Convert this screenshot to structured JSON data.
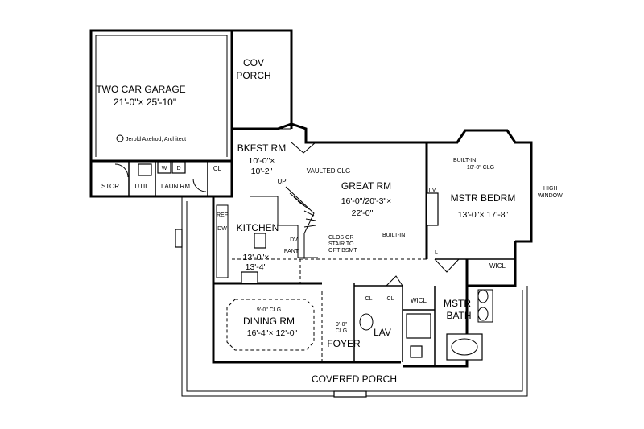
{
  "rooms": {
    "garage": {
      "name": "TWO CAR GARAGE",
      "dims": "21'-0\"× 25'-10\""
    },
    "cov_porch": {
      "line1": "COV",
      "line2": "PORCH"
    },
    "architect": "Jerold Axelrod, Architect",
    "bkfst": {
      "name": "BKFST RM",
      "dims1": "10'-0\"×",
      "dims2": "10'-2\""
    },
    "vaulted": "VAULTED CLG",
    "great": {
      "name": "GREAT RM",
      "dims1": "16'-0\"/20'-3\"×",
      "dims2": "22'-0\""
    },
    "kitchen": {
      "name": "KITCHEN",
      "dims1": "13'-0\"×",
      "dims2": "13'-4\""
    },
    "dining": {
      "clg": "9'-0\" CLG",
      "name": "DINING RM",
      "dims": "16'-4\"× 12'-0\""
    },
    "mstr_bedrm": {
      "clg": "10'-0\" CLG",
      "name": "MSTR BEDRM",
      "dims": "13'-0\"× 17'-8\""
    },
    "mstr_bath": {
      "line1": "MSTR",
      "line2": "BATH"
    },
    "foyer": {
      "clg1": "9'-0\"",
      "clg2": "CLG",
      "name": "FOYER"
    },
    "lav": "LAV",
    "covered_porch": "COVERED PORCH"
  },
  "labels": {
    "stor": "STOR",
    "util": "UTIL",
    "laun": "LAUN RM",
    "cl_laun": "CL",
    "w": "W",
    "d": "D",
    "up": "UP",
    "ref": "REF",
    "dw": "DW",
    "pant": "PANT",
    "dv": "DV",
    "clos1": "CLOS OR",
    "clos2": "STAIR TO",
    "clos3": "OPT BSMT",
    "built_in_top": "BUILT-IN",
    "built_in_bottom": "BUILT-IN",
    "tv": "T.V.",
    "high_window1": "HIGH",
    "high_window2": "WINDOW",
    "wicl_bedroom": "WICL",
    "wicl_bath": "WICL",
    "cl1": "CL",
    "cl2": "CL",
    "l": "L"
  }
}
